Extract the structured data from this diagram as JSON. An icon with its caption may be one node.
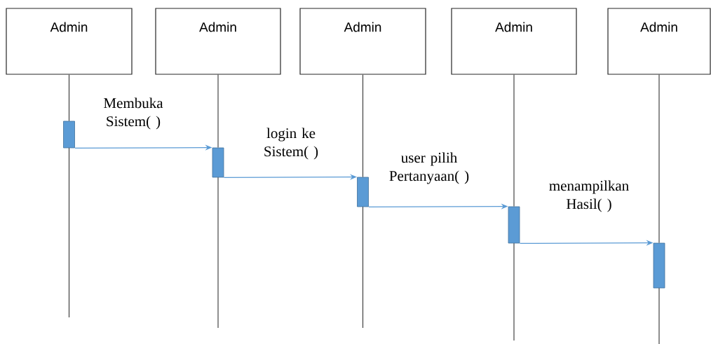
{
  "diagram": {
    "nodes": [
      {
        "text": [
          "Admin"
        ]
      },
      {
        "text": [
          "Admin"
        ]
      },
      {
        "text": [
          "Admin"
        ]
      },
      {
        "text": [
          "Admin"
        ]
      },
      {
        "text": [
          "Admin"
        ]
      },
      {
        "text": [],
        "shape": "bar"
      },
      {
        "text": [],
        "shape": "bar"
      },
      {
        "text": [],
        "shape": "bar"
      },
      {
        "text": [],
        "shape": "bar"
      },
      {
        "text": [],
        "shape": "bar"
      }
    ],
    "edges": [
      {
        "from": 0,
        "to": 5,
        "arrow": "none"
      },
      {
        "from": 1,
        "to": 6,
        "arrow": "none"
      },
      {
        "from": 2,
        "to": 7,
        "arrow": "none"
      },
      {
        "from": 3,
        "to": 8,
        "arrow": "none"
      },
      {
        "from": 4,
        "to": 9,
        "arrow": "none"
      },
      {
        "from": 5,
        "to": 6,
        "arrow": "to",
        "label": "Membuka Sistem( )",
        "color": "#5b9bd5"
      },
      {
        "from": 6,
        "to": 7,
        "arrow": "to",
        "label": "login ke Sistem( )",
        "color": "#5b9bd5"
      },
      {
        "from": 7,
        "to": 8,
        "arrow": "to",
        "label": "user pilih Pertanyaan( )",
        "color": "#5b9bd5"
      },
      {
        "from": 8,
        "to": 9,
        "arrow": "to",
        "label": "menampilkan Hasil( )",
        "color": "#5b9bd5"
      }
    ]
  }
}
